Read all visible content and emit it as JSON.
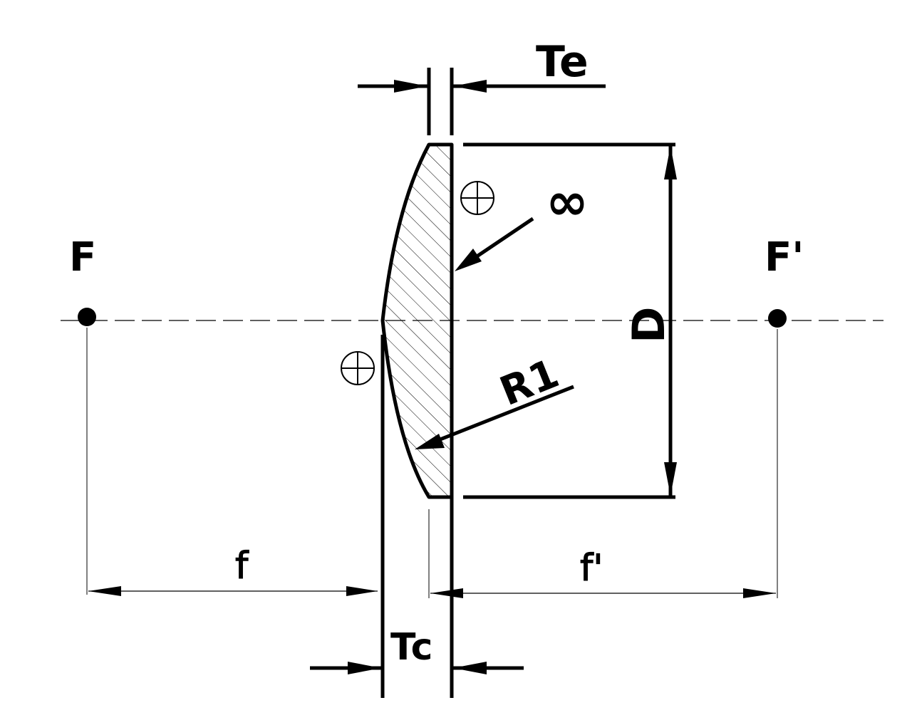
{
  "diagram": {
    "labels": {
      "focal_point_front": "F",
      "focal_point_back": "F'",
      "edge_thickness": "Te",
      "center_thickness": "Tc",
      "diameter": "D",
      "radius": "R1",
      "flat_surface_radius": "∞",
      "front_focal_length": "f",
      "back_focal_length": "f'"
    },
    "colors": {
      "stroke": "#000000",
      "background": "#ffffff"
    },
    "symbols": {
      "surface_sign": "plus-circle-icon"
    }
  }
}
